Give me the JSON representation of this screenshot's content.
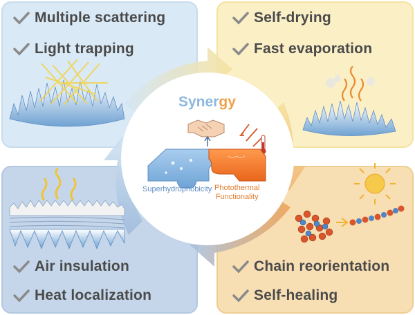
{
  "center": {
    "title_part1": "Syner",
    "title_part2": "gy",
    "left_label": "Superhydrophobicity",
    "right_label_line1": "Photothermal",
    "right_label_line2": "Functionality"
  },
  "quadrants": {
    "top_left": {
      "items": [
        "Multiple scattering",
        "Light trapping"
      ]
    },
    "top_right": {
      "items": [
        "Self-drying",
        "Fast evaporation"
      ]
    },
    "bottom_left": {
      "items": [
        "Air insulation",
        "Heat localization"
      ]
    },
    "bottom_right": {
      "items": [
        "Chain reorientation",
        "Self-healing"
      ]
    }
  },
  "colors": {
    "check": "#8a8a8a",
    "blue_accent": "#8eb7e0",
    "orange_accent": "#efa04a"
  }
}
